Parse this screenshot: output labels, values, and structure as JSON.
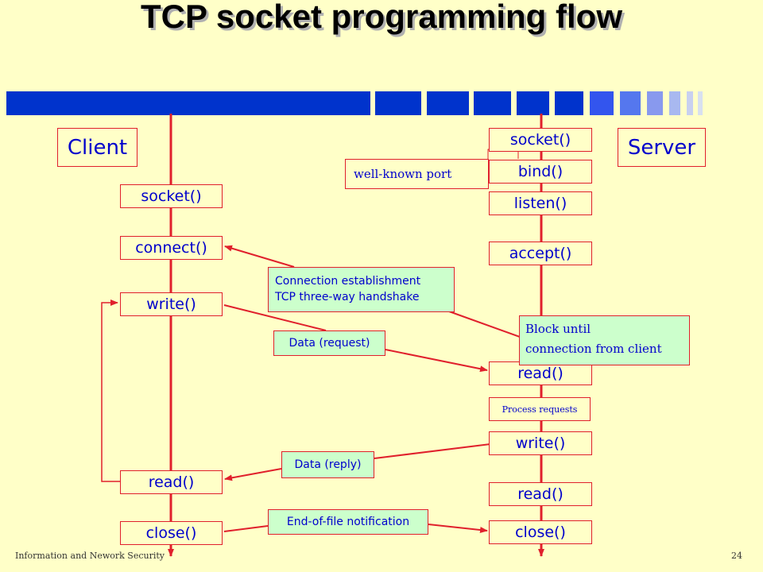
{
  "title": "TCP socket programming flow",
  "client_label": "Client",
  "server_label": "Server",
  "client_calls": [
    "socket()",
    "connect()",
    "write()",
    "read()",
    "close()"
  ],
  "server_calls": [
    "socket()",
    "bind()",
    "listen()",
    "accept()",
    "read()",
    "write()",
    "read()",
    "close()"
  ],
  "well_known_port": "well-known port",
  "connection_note": [
    "Connection establishment",
    "TCP three-way handshake"
  ],
  "data_request": "Data (request)",
  "block_note": [
    "Block until",
    "connection from client"
  ],
  "process_requests": "Process requests",
  "data_reply": "Data (reply)",
  "eof_note": "End-of-file notification",
  "footer": {
    "left": "Information and Nework Security",
    "page": "24"
  },
  "colors": {
    "background": "#FFFFC8",
    "line": "#E0202C",
    "text": "#0000CC",
    "bar": "#0033CC",
    "note_fill": "#CCFFCC"
  }
}
